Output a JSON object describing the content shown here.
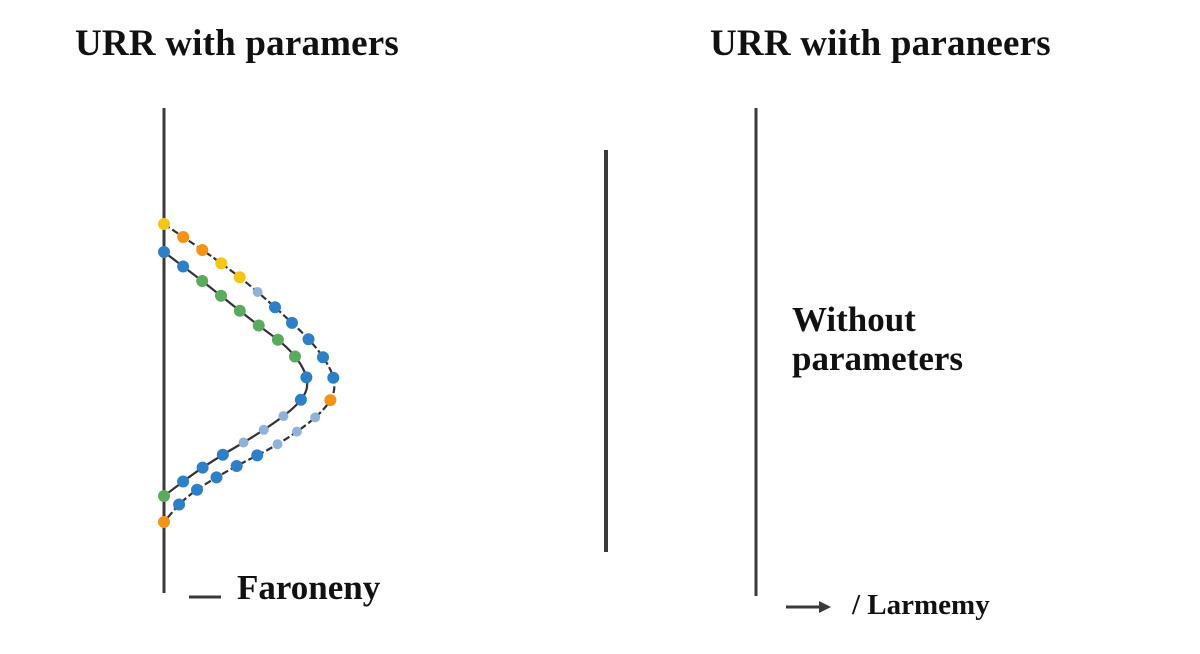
{
  "colors": {
    "axis": "#3a3a3a",
    "curve": "#333333",
    "dot_yellow": "#f5c518",
    "dot_orange": "#f39418",
    "dot_blue": "#2d7fc8",
    "dot_green": "#5aab5e",
    "dot_lightblue": "#8fb2d8"
  },
  "left_panel": {
    "title": "URR with paramers",
    "legend_label": "Faroneny",
    "curves": [
      {
        "name_icon": "outer-dotted-curve",
        "dots": [
          "yellow",
          "orange",
          "orange",
          "yellow",
          "yellow",
          "lightblue",
          "blue",
          "blue",
          "blue",
          "blue",
          "blue",
          "orange",
          "lightblue",
          "lightblue",
          "lightblue",
          "blue",
          "blue",
          "blue",
          "blue",
          "blue",
          "orange"
        ]
      },
      {
        "name_icon": "inner-dotted-curve",
        "dots": [
          "blue",
          "blue",
          "green",
          "green",
          "green",
          "green",
          "green",
          "green",
          "blue",
          "blue",
          "lightblue",
          "lightblue",
          "lightblue",
          "blue",
          "blue",
          "blue",
          "green"
        ]
      }
    ]
  },
  "right_panel": {
    "title": "URR wiith paraneers",
    "note_line1": "Without",
    "note_line2": "parameters",
    "legend_label": "/ Larmemy",
    "legend_icon": "arrow-right-icon"
  }
}
